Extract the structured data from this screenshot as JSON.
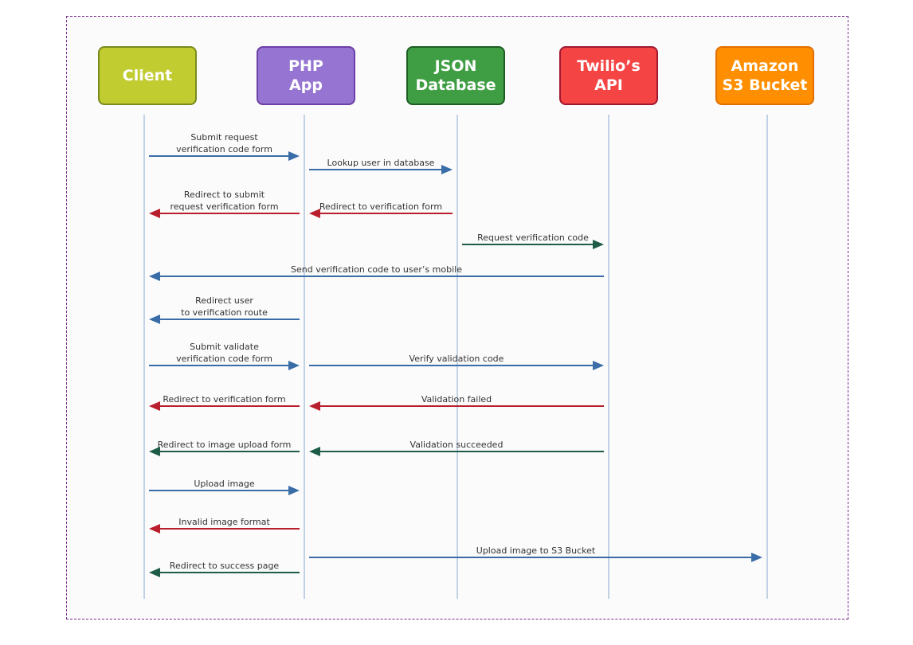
{
  "participants": [
    {
      "key": "client",
      "label": "Client",
      "fill": "#c1cc31",
      "border": "#7a8a1e"
    },
    {
      "key": "php",
      "label": "PHP\nApp",
      "fill": "#9675d2",
      "border": "#6d3fa8"
    },
    {
      "key": "json",
      "label": "JSON\nDatabase",
      "fill": "#3f9e44",
      "border": "#1f5e24"
    },
    {
      "key": "twilio",
      "label": "Twilio’s\nAPI",
      "fill": "#f54444",
      "border": "#a01830"
    },
    {
      "key": "s3",
      "label": "Amazon\nS3 Bucket",
      "fill": "#ff8f00",
      "border": "#e07000"
    }
  ],
  "colors": {
    "request": "#3a6ca8",
    "error": "#b81e2c",
    "success": "#1e5c48",
    "lifeline": "#b0c4de"
  },
  "messages": [
    {
      "from": "client",
      "to": "php",
      "type": "request",
      "lines": [
        "Submit request",
        "verification code form"
      ]
    },
    {
      "from": "php",
      "to": "json",
      "type": "request",
      "lines": [
        "Lookup user in database"
      ]
    },
    {
      "from": "php",
      "to": "client",
      "type": "error",
      "lines": [
        "Redirect to submit",
        "request verification form"
      ]
    },
    {
      "from": "json",
      "to": "php",
      "type": "error",
      "lines": [
        "Redirect to verification form"
      ]
    },
    {
      "from": "json",
      "to": "twilio",
      "type": "success",
      "lines": [
        "Request verification code"
      ]
    },
    {
      "from": "twilio",
      "to": "client",
      "type": "request",
      "lines": [
        "Send verification code to user’s mobile"
      ]
    },
    {
      "from": "php",
      "to": "client",
      "type": "request",
      "lines": [
        "Redirect user",
        "to verification route"
      ]
    },
    {
      "from": "client",
      "to": "php",
      "type": "request",
      "lines": [
        "Submit validate",
        "verification code form"
      ]
    },
    {
      "from": "php",
      "to": "twilio",
      "type": "request",
      "lines": [
        "Verify validation code"
      ]
    },
    {
      "from": "php",
      "to": "client",
      "type": "error",
      "lines": [
        "Redirect to verification form"
      ]
    },
    {
      "from": "twilio",
      "to": "php",
      "type": "error",
      "lines": [
        "Validation failed"
      ]
    },
    {
      "from": "php",
      "to": "client",
      "type": "success",
      "lines": [
        "Redirect to image upload form"
      ]
    },
    {
      "from": "twilio",
      "to": "php",
      "type": "success",
      "lines": [
        "Validation succeeded"
      ]
    },
    {
      "from": "client",
      "to": "php",
      "type": "request",
      "lines": [
        "Upload image"
      ]
    },
    {
      "from": "php",
      "to": "client",
      "type": "error",
      "lines": [
        "Invalid image format"
      ]
    },
    {
      "from": "php",
      "to": "s3",
      "type": "request",
      "lines": [
        "Upload image to S3 Bucket"
      ]
    },
    {
      "from": "php",
      "to": "client",
      "type": "success",
      "lines": [
        "Redirect to success page"
      ]
    }
  ]
}
